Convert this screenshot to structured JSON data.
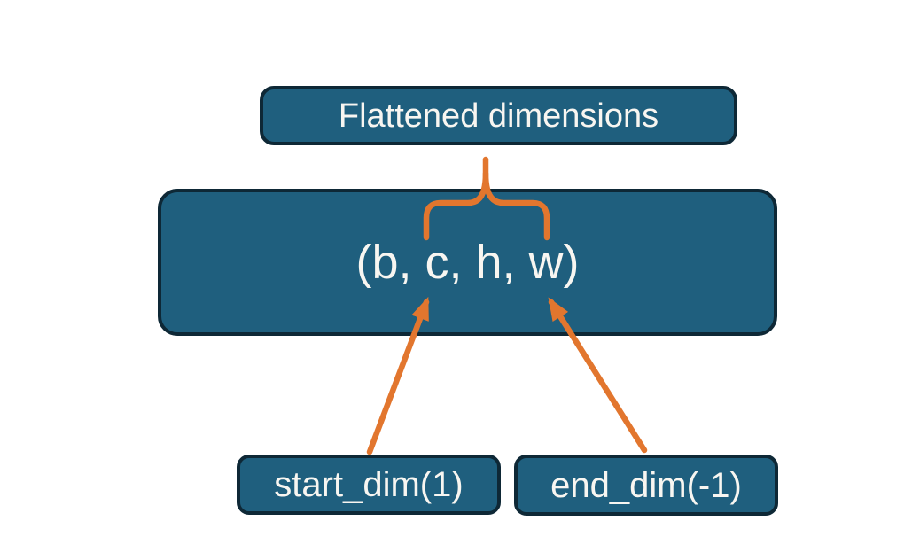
{
  "diagram": {
    "title_node": {
      "label": "Flattened dimensions"
    },
    "tensor_node": {
      "label": "(b, c, h, w)"
    },
    "start_node": {
      "label": "start_dim(1)"
    },
    "end_node": {
      "label": "end_dim(-1)"
    }
  },
  "connectors": {
    "brace": "brace from tensor dims (c, h) up to Flattened dimensions box",
    "start_arrow": "arrow from start_dim(1) to dimension c",
    "end_arrow": "arrow from end_dim(-1) to dimension w"
  },
  "theme": {
    "background": "#ffffff",
    "node-fill": "#1f5f7e",
    "node-border": "#0e2836",
    "node-text": "#f8f6f1",
    "connector": "#e2762e"
  }
}
